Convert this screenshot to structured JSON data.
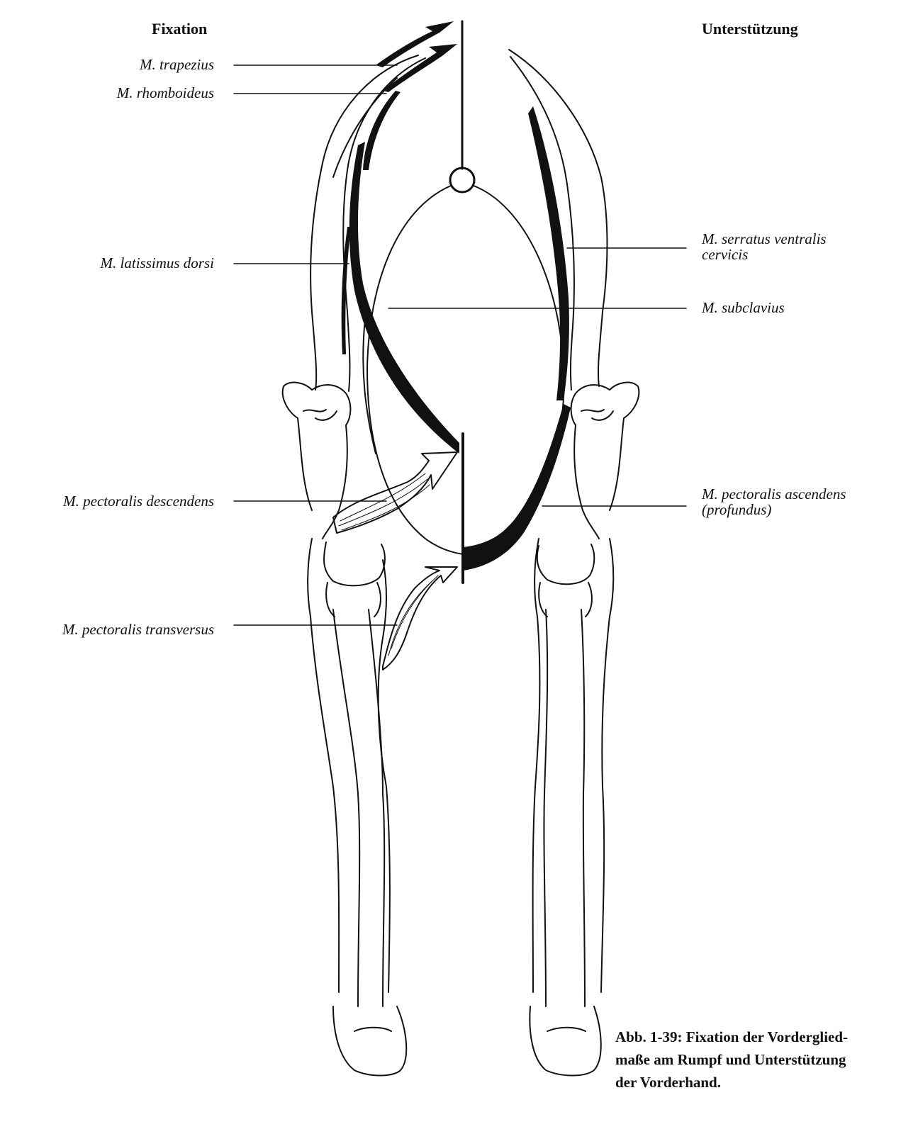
{
  "headings": {
    "left": "Fixation",
    "right": "Unterstützung"
  },
  "labels": {
    "trapezius": "M. trapezius",
    "rhomboideus": "M. rhomboideus",
    "latissimus": "M. latissimus dorsi",
    "pect_desc": "M. pectoralis descendens",
    "pect_trans": "M. pectoralis transversus",
    "serratus_1": "M. serratus ventralis",
    "serratus_2": "cervicis",
    "subclavius": "M. subclavius",
    "pect_asc_1": "M. pectoralis ascendens",
    "pect_asc_2": "(profundus)"
  },
  "caption": {
    "line1": "Abb. 1-39: Fixation der Vorderglied-",
    "line2": "maße am Rumpf und Unterstützung",
    "line3": "der Vorderhand."
  }
}
